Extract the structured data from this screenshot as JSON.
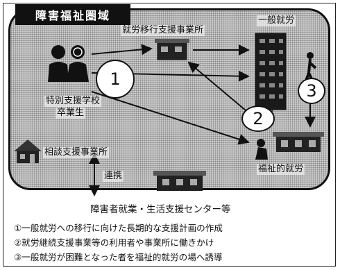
{
  "diagram": {
    "region_title": "障害福祉圏域",
    "nodes": {
      "transition_office": "就労移行支援事業所",
      "general_employment": "一般就労",
      "graduates_line1": "特別支援学校",
      "graduates_line2": "卒業生",
      "consultation_office": "相談支援事業所",
      "welfare_employment": "福祉的就労",
      "cooperation": "連携",
      "support_center": "障害者就業・生活支援センター等"
    },
    "badges": [
      "1",
      "2",
      "3"
    ],
    "notes": [
      "①一般就労への移行に向けた長期的な支援計画の作成",
      "②就労継続支援事業等の利用者や事業所に働きかけ",
      "③一般就労が困難となった者を福祉的就労の場へ誘導"
    ]
  }
}
